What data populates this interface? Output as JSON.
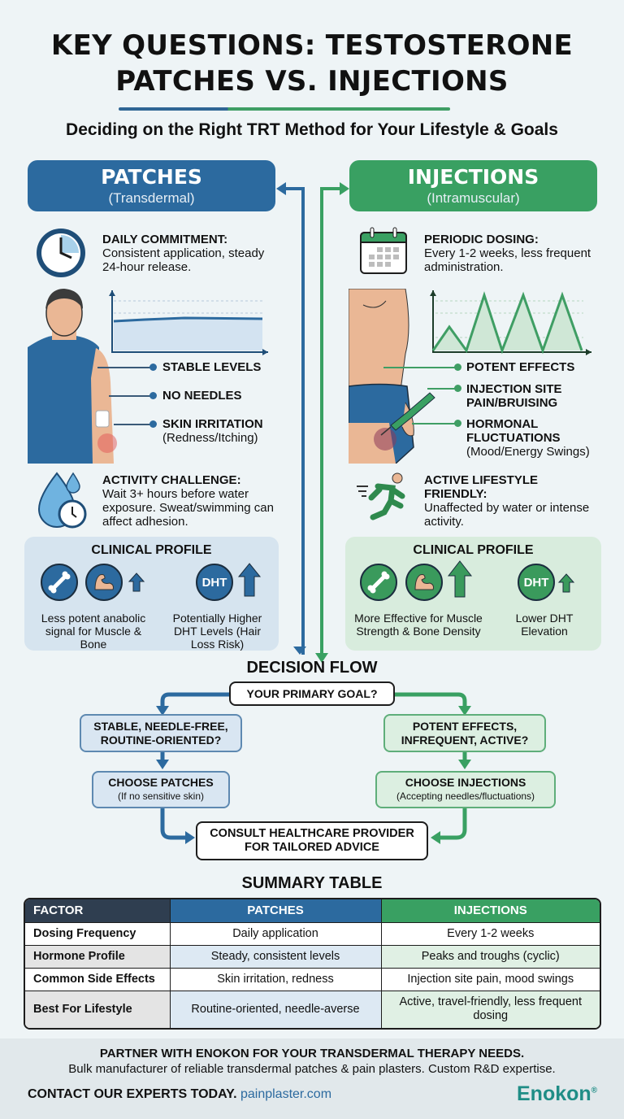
{
  "header": {
    "title_line1": "KEY QUESTIONS: TESTOSTERONE",
    "title_line2": "PATCHES VS. INJECTIONS",
    "subtitle": "Deciding on the Right TRT Method for Your Lifestyle & Goals"
  },
  "colors": {
    "patches": "#2c6a9f",
    "injections": "#39a062",
    "background": "#eef4f6",
    "brand": "#1f8d86"
  },
  "patches": {
    "title": "PATCHES",
    "subtitle": "(Transdermal)",
    "feature1": {
      "icon": "clock-icon",
      "title": "DAILY COMMITMENT:",
      "text": "Consistent application, steady 24-hour release."
    },
    "callouts": [
      {
        "title": "STABLE LEVELS",
        "sub": ""
      },
      {
        "title": "NO NEEDLES",
        "sub": ""
      },
      {
        "title": "SKIN IRRITATION",
        "sub": "(Redness/Itching)"
      }
    ],
    "feature2": {
      "icon": "water-drop-clock-icon",
      "title": "ACTIVITY CHALLENGE:",
      "text": "Wait 3+ hours before water exposure. Sweat/swimming can affect adhesion."
    },
    "clinical": {
      "title": "CLINICAL PROFILE",
      "left_caption": "Less potent anabolic signal for Muscle & Bone",
      "dht_label": "DHT",
      "right_caption": "Potentially Higher DHT Levels (Hair Loss Risk)"
    }
  },
  "injections": {
    "title": "INJECTIONS",
    "subtitle": "(Intramuscular)",
    "feature1": {
      "icon": "calendar-icon",
      "title": "PERIODIC DOSING:",
      "text": "Every 1-2 weeks, less frequent administration."
    },
    "callouts": [
      {
        "title": "POTENT EFFECTS",
        "sub": ""
      },
      {
        "title": "INJECTION SITE PAIN/BRUISING",
        "sub": ""
      },
      {
        "title": "HORMONAL FLUCTUATIONS",
        "sub": "(Mood/Energy Swings)"
      }
    ],
    "feature2": {
      "icon": "runner-icon",
      "title": "ACTIVE LIFESTYLE FRIENDLY:",
      "text": "Unaffected by water or intense activity."
    },
    "clinical": {
      "title": "CLINICAL PROFILE",
      "left_caption": "More Effective for Muscle Strength & Bone Density",
      "dht_label": "DHT",
      "right_caption": "Lower DHT Elevation"
    }
  },
  "flow": {
    "title": "DECISION FLOW",
    "start": "YOUR PRIMARY GOAL?",
    "left_q": "STABLE, NEEDLE-FREE, ROUTINE-ORIENTED?",
    "right_q": "POTENT EFFECTS, INFREQUENT, ACTIVE?",
    "left_choice": "CHOOSE PATCHES",
    "left_choice_sub": "(If no sensitive skin)",
    "right_choice": "CHOOSE INJECTIONS",
    "right_choice_sub": "(Accepting needles/fluctuations)",
    "end_line1": "CONSULT HEALTHCARE PROVIDER",
    "end_line2": "FOR TAILORED ADVICE"
  },
  "table": {
    "title": "SUMMARY TABLE",
    "headers": [
      "FACTOR",
      "PATCHES",
      "INJECTIONS"
    ],
    "rows": [
      [
        "Dosing Frequency",
        "Daily application",
        "Every 1-2 weeks"
      ],
      [
        "Hormone Profile",
        "Steady, consistent levels",
        "Peaks and troughs (cyclic)"
      ],
      [
        "Common Side Effects",
        "Skin irritation, redness",
        "Injection site pain, mood swings"
      ],
      [
        "Best For Lifestyle",
        "Routine-oriented, needle-averse",
        "Active, travel-friendly, less frequent dosing"
      ]
    ]
  },
  "footer": {
    "headline": "PARTNER WITH ENOKON FOR YOUR TRANSDERMAL THERAPY NEEDS.",
    "text": "Bulk manufacturer of reliable transdermal patches & pain plasters. Custom R&D expertise.",
    "cta": "CONTACT OUR EXPERTS TODAY.",
    "url": "painplaster.com",
    "logo": "Enokon",
    "logo_mark": "®"
  }
}
